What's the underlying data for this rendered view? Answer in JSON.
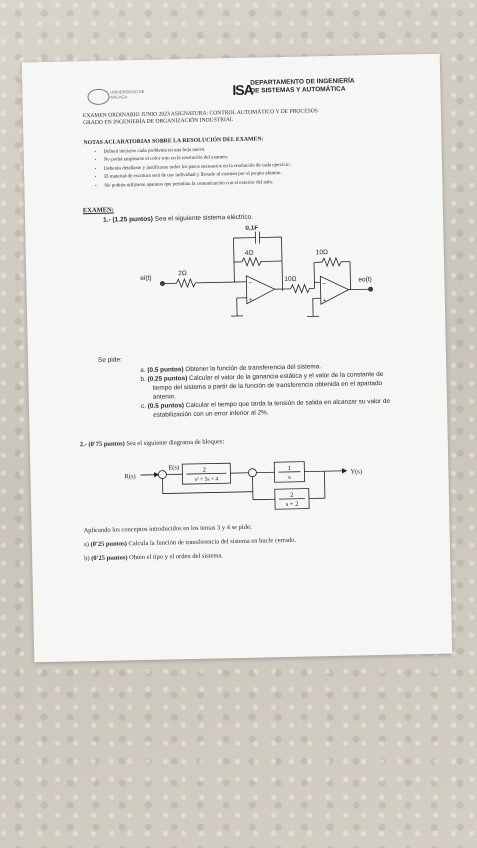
{
  "header": {
    "university": "UNIVERSIDAD DE MÁLAGA",
    "dept_logo": "ISA",
    "department_line1": "DEPARTAMENTO DE INGENIERÍA",
    "department_line2": "DE SISTEMAS Y AUTOMÁTICA",
    "exam_line1": "EXAMEN ORDINARIO JUNIO 2023 ASIGNATURA: CONTROL AUTOMÁTICO Y DE PROCESOS",
    "exam_line2": "GRADO EN INGENIERÍA DE ORGANIZACIÓN INDUSTRIAL"
  },
  "notes": {
    "title": "NOTAS ACLARATORIAS SOBRE LA RESOLUCIÓN DEL EXAMEN:",
    "items": [
      "Deberá iniciarse cada problema en una hoja nueva.",
      "No podrá emplearse el color rojo en la resolución del examen.",
      "Deberán detallarse y justificarse todos los pasos necesarios en la resolución de cada ejercicio.",
      "El material de escritura será de uso individual y llevado al examen por el propio alumno.",
      "No podrán utilizarse aparatos que permitan la comunicación con el exterior del aula."
    ]
  },
  "exam": {
    "heading": "EXAMEN:",
    "q1_prefix": "1.- (1.25 puntos)",
    "q1_text": " Sea el siguiente sistema eléctrico.",
    "circuit": {
      "cap": "0,1F",
      "r_feedback": "4Ω",
      "r_in": "2Ω",
      "r_mid": "10Ω",
      "r_fb2": "10Ω",
      "input": "ei(t)",
      "output": "eo(t)"
    },
    "se_pide": "Se pide:",
    "q1_subs": [
      {
        "mark": "a.",
        "pts": "(0.5 puntos)",
        "text": " Obtener la función de transferencia del sistema."
      },
      {
        "mark": "b.",
        "pts": "(0.25 puntos)",
        "text": " Calcular el valor de la ganancia estática y el valor de la constante de tiempo del sistema a partir de la función de transferencia obtenida en el apartado anterior."
      },
      {
        "mark": "c.",
        "pts": "(0.5 puntos)",
        "text": " Calcular el tiempo que tarda la tensión de salida en alcanzar su valor de estabilización con un error inferior al 2%."
      }
    ],
    "q2_prefix": "2.- (0'75 puntos)",
    "q2_text": " Sea el siguiente diagrama de bloques:",
    "blocks": {
      "input": "R(s)",
      "error": "E(s)",
      "g1_num": "2",
      "g1_den": "s² + 5s + 4",
      "g2_num": "1",
      "g2_den": "s",
      "h_num": "2",
      "h_den": "s + 2",
      "output": "Y(s)"
    },
    "q2_intro": "Aplicando los conceptos introducidos en los temas 3 y 4 se pide:",
    "q2a_mark": "a)",
    "q2a_pts": "(0'25 puntos)",
    "q2a_text": " Calcula la función de transferencia del sistema en bucle cerrado.",
    "q2b_mark": "b)",
    "q2b_pts": "(0'25 puntos)",
    "q2b_text": " Obtén el tipo y el orden del sistema."
  }
}
